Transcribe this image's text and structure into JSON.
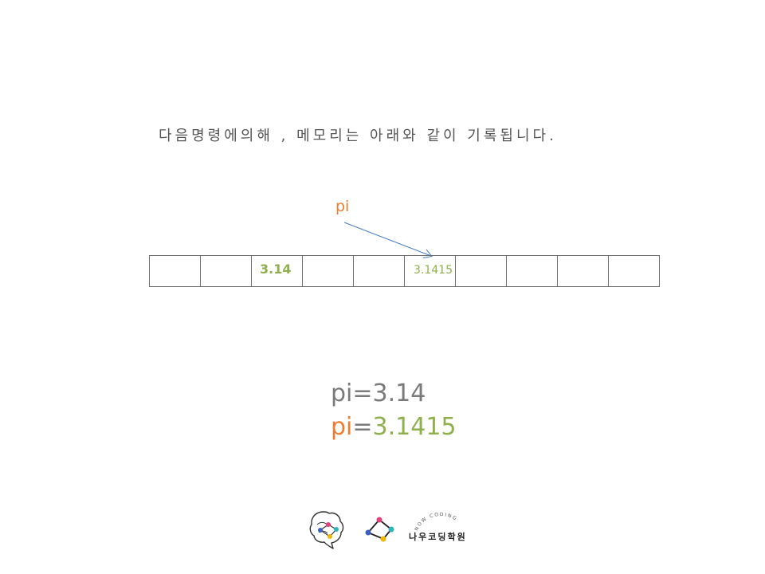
{
  "heading": "다음명령에의해 , 메모리는 아래와 같이 기록됩니다.",
  "variable_label": "pi",
  "memory": {
    "old_value": "3.14",
    "new_value": "3.1415"
  },
  "code": {
    "line1": "pi=3.14",
    "line2_var": "pi",
    "line2_op": "=",
    "line2_value": "3.1415"
  },
  "logo": {
    "arc_text": "NOW CODING",
    "name": "나우코딩학원"
  },
  "colors": {
    "variable": "#ed7d31",
    "value": "#8fb04d",
    "arrow": "#4a7fc1",
    "text": "#555555"
  }
}
